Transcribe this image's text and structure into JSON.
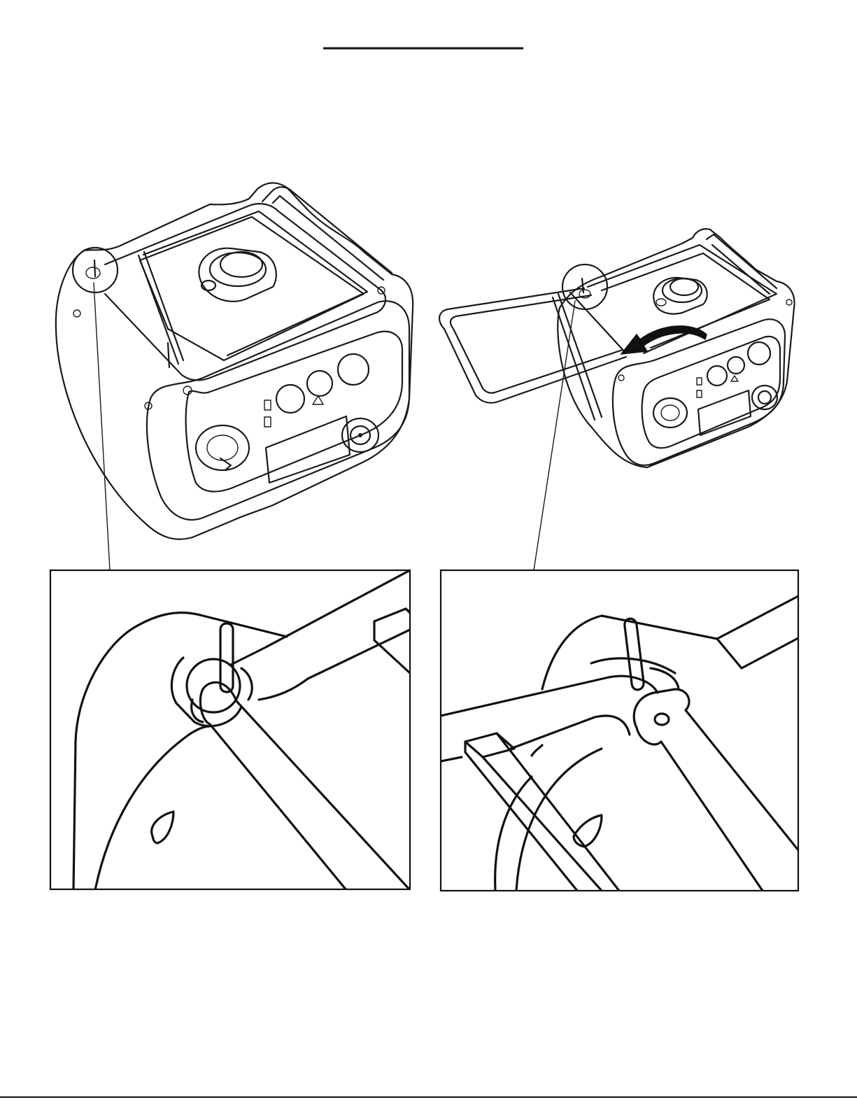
{
  "document": {
    "title": "",
    "colors": {
      "ink": "#1a1a1a",
      "paper": "#ffffff"
    }
  },
  "figures": [
    {
      "id": "generator-handle-folded",
      "icons": [
        "generator-icon",
        "handle-pin-icon",
        "callout-circle-icon"
      ]
    },
    {
      "id": "generator-handle-unfolded",
      "icons": [
        "generator-icon",
        "rotation-arrow-icon",
        "callout-circle-icon"
      ]
    },
    {
      "id": "detail-pin-folded",
      "icons": [
        "hinge-pin-icon"
      ]
    },
    {
      "id": "detail-pin-unfolded",
      "icons": [
        "hinge-pin-icon"
      ]
    }
  ]
}
